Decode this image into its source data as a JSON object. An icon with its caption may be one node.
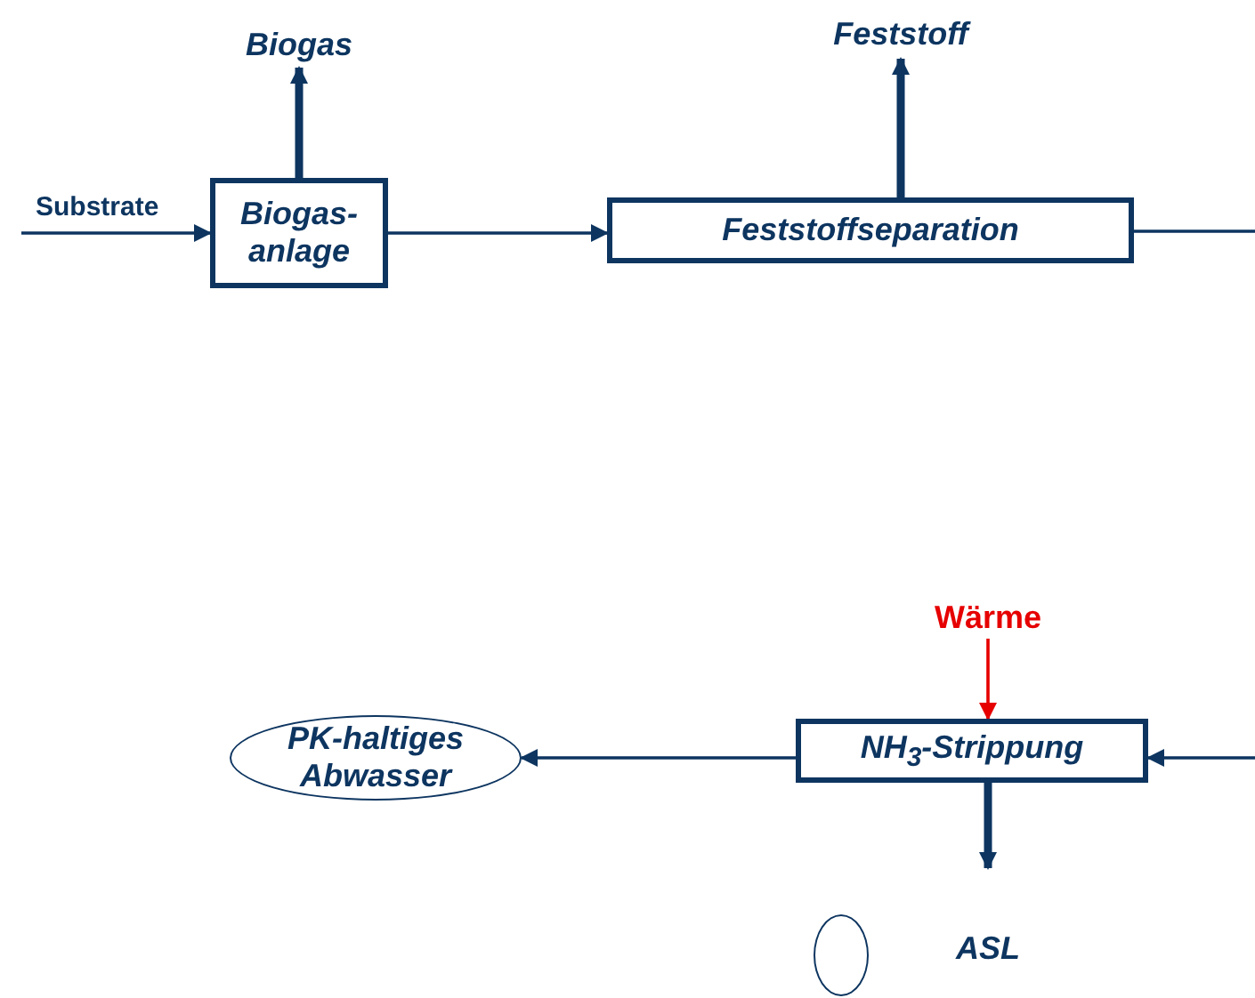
{
  "diagram": {
    "nodes": [
      {
        "text": [
          "Biogas"
        ]
      },
      {
        "text": [
          "Biogas-anlage"
        ]
      },
      {
        "text": [
          "Feststoffseparation"
        ]
      },
      {
        "text": [
          "Feststoff"
        ]
      },
      {
        "text": [
          "Wärme"
        ]
      },
      {
        "text": [
          "NH$_{3}$-Strippung"
        ]
      },
      {
        "text": [
          "PK-haltiges Abwasser"
        ]
      },
      {
        "text": [],
        "shape": "ellipse"
      },
      {
        "text": [
          "ASL"
        ]
      }
    ],
    "edges": [
      {
        "from": null,
        "to": 1,
        "arrow": "to",
        "label": "Substrate"
      },
      {
        "from": 1,
        "to": 0,
        "arrow": "to",
        "style": "thick"
      },
      {
        "from": 1,
        "to": 2,
        "arrow": "to"
      },
      {
        "from": 2,
        "to": 3,
        "arrow": "to",
        "style": "thick"
      },
      {
        "from": 2,
        "to": null,
        "arrow": "none"
      },
      {
        "from": null,
        "to": 5,
        "arrow": "to"
      },
      {
        "from": 4,
        "to": 5,
        "arrow": "to",
        "color": "#e60000"
      },
      {
        "from": 5,
        "to": 6,
        "arrow": "to"
      },
      {
        "from": 5,
        "to": 8,
        "arrow": "to",
        "style": "thick"
      }
    ]
  }
}
